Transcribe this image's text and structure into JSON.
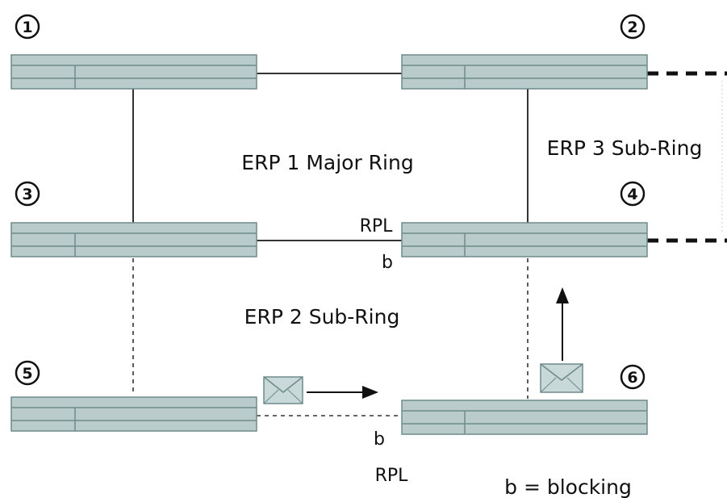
{
  "colors": {
    "switch_fill": "#b9cbcb",
    "switch_stroke": "#6f8a8a",
    "link": "#333333",
    "envelope_fill": "#c9d8d8"
  },
  "nodes": [
    {
      "id": "1",
      "label": "1"
    },
    {
      "id": "2",
      "label": "2"
    },
    {
      "id": "3",
      "label": "3"
    },
    {
      "id": "4",
      "label": "4"
    },
    {
      "id": "5",
      "label": "5"
    },
    {
      "id": "6",
      "label": "6"
    }
  ],
  "labels": {
    "erp1": "ERP 1 Major Ring",
    "erp2": "ERP 2 Sub-Ring",
    "erp3": "ERP 3 Sub-Ring",
    "rpl_top": "RPL",
    "b_top": "b",
    "b_bottom": "b",
    "rpl_bottom": "RPL",
    "legend": "b = blocking"
  },
  "icons": {
    "message_right": "envelope-icon",
    "message_up": "envelope-icon"
  }
}
